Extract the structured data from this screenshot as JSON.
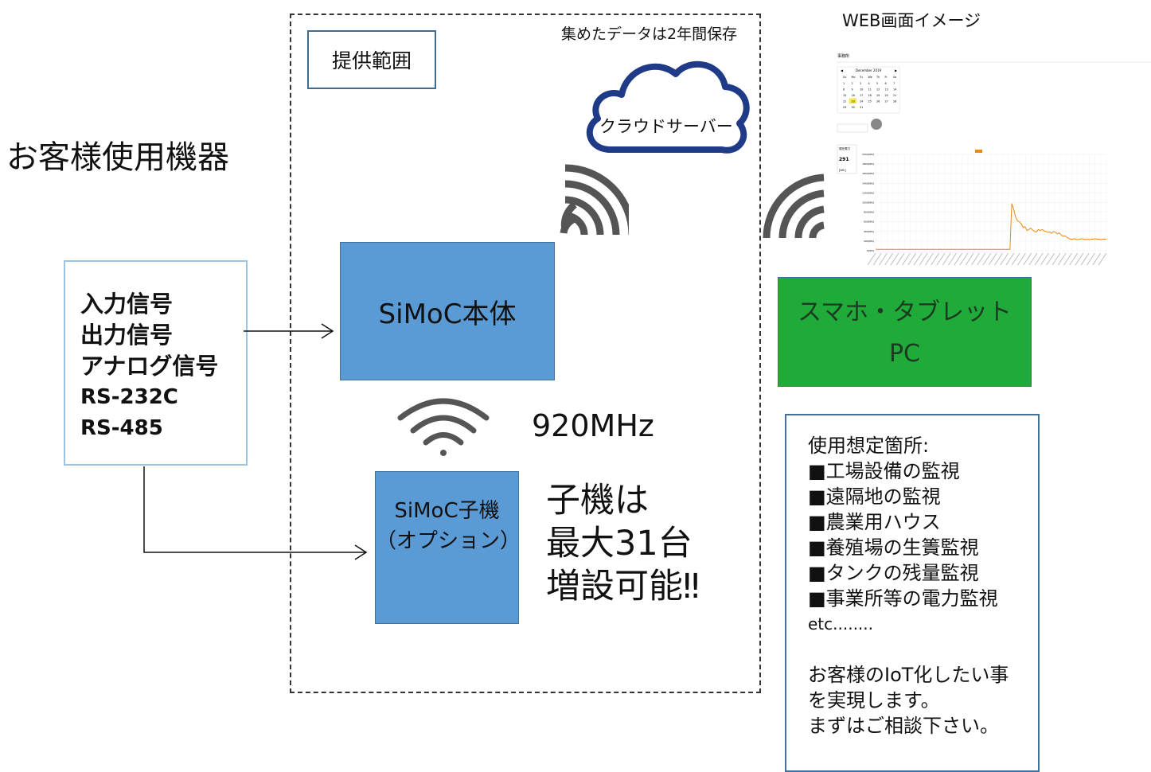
{
  "scope_label": "提供範囲",
  "storage_note": "集めたデータは2年間保存",
  "cloud_label": "クラウドサーバー",
  "customer_title": "お客様使用機器",
  "inputs": [
    "入力信号",
    "出力信号",
    "アナログ信号",
    "RS-232C",
    "RS-485"
  ],
  "main_unit": "SiMoC本体",
  "sub_unit": [
    "SiMoC子機",
    "（オプション）"
  ],
  "frequency": "920MHz",
  "expansion_note": [
    "子機は",
    "最大31台",
    "増設可能‼"
  ],
  "web_title": "WEB画面イメージ",
  "devices": [
    "スマホ・タブレット",
    "PC"
  ],
  "usage": {
    "heading": "使用想定箇所:",
    "items": [
      "■工場設備の監視",
      "■遠隔地の監視",
      "■農業用ハウス",
      "■養殖場の生簀監視",
      "■タンクの残量監視",
      "■事業所等の電力監視"
    ],
    "etc": "etc........",
    "closing": [
      "お客様のIoT化したい事",
      "を実現します。",
      "まずはご相談下さい。"
    ]
  },
  "web_screen": {
    "header": "事務所",
    "calendar_title": "December 2019",
    "weekdays": [
      "Su",
      "Mo",
      "Tu",
      "We",
      "Th",
      "Fr",
      "Sa"
    ],
    "days": [
      "1",
      "2",
      "3",
      "4",
      "5",
      "6",
      "7",
      "8",
      "9",
      "10",
      "11",
      "12",
      "13",
      "14",
      "15",
      "16",
      "17",
      "18",
      "19",
      "20",
      "21",
      "22",
      "23",
      "24",
      "25",
      "26",
      "27",
      "28",
      "29",
      "30",
      "31"
    ],
    "panel_label": "現在電力",
    "panel_value": "291",
    "panel_unit": "[Wh]",
    "y_ticks": [
      "2000[Wh]",
      "1800[Wh]",
      "1600[Wh]",
      "1400[Wh]",
      "1200[Wh]",
      "1000[Wh]",
      "800[Wh]",
      "600[Wh]",
      "400[Wh]",
      "200[Wh]",
      "0[Wh]"
    ],
    "series": [
      30,
      30,
      30,
      30,
      30,
      30,
      30,
      30,
      30,
      30,
      30,
      30,
      30,
      30,
      30,
      30,
      30,
      30,
      30,
      30,
      30,
      30,
      30,
      30,
      30,
      30,
      30,
      30,
      30,
      30,
      30,
      30,
      30,
      30,
      30,
      30,
      30,
      30,
      30,
      30,
      30,
      30,
      30,
      30,
      30,
      30,
      30,
      30,
      30,
      30,
      30,
      30,
      30,
      30,
      30,
      30,
      30,
      30,
      30,
      30,
      30,
      30,
      30,
      30,
      30,
      30,
      30,
      30,
      30,
      30,
      30,
      30,
      980,
      860,
      700,
      620,
      600,
      560,
      480,
      500,
      420,
      440,
      470,
      430,
      400,
      390,
      440,
      420,
      440,
      410,
      400,
      380,
      390,
      360,
      400,
      380,
      350,
      370,
      330,
      300,
      310,
      280,
      260,
      240,
      240,
      250,
      240,
      230,
      240,
      250,
      240,
      230,
      240,
      230,
      240,
      240,
      250,
      240,
      240,
      230,
      240,
      240,
      240
    ]
  },
  "colors": {
    "blue_box": "#5b9bd5",
    "green_box": "#1faa3a",
    "cloud_stroke": "#1f3a86",
    "wifi_gray": "#555555",
    "chart_line": "#e8891a"
  }
}
